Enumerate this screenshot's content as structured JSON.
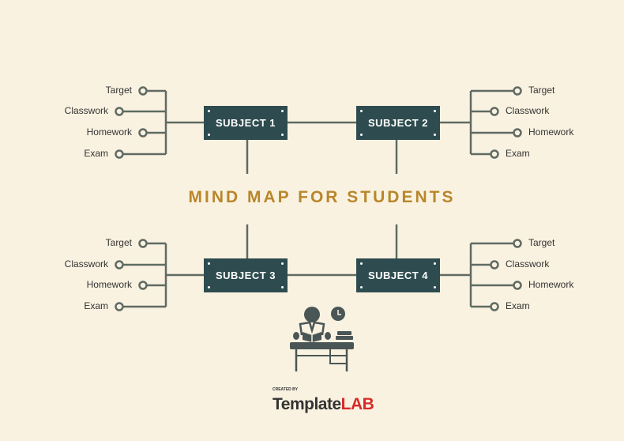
{
  "title": "MIND MAP FOR STUDENTS",
  "subjects": [
    {
      "label": "SUBJECT 1",
      "items": [
        "Target",
        "Classwork",
        "Homework",
        "Exam"
      ]
    },
    {
      "label": "SUBJECT 2",
      "items": [
        "Target",
        "Classwork",
        "Homework",
        "Exam"
      ]
    },
    {
      "label": "SUBJECT 3",
      "items": [
        "Target",
        "Classwork",
        "Homework",
        "Exam"
      ]
    },
    {
      "label": "SUBJECT 4",
      "items": [
        "Target",
        "Classwork",
        "Homework",
        "Exam"
      ]
    }
  ],
  "logo": {
    "created_by": "CREATED BY",
    "name_main": "Template",
    "name_accent": "LAB"
  },
  "colors": {
    "background": "#faf2e1",
    "box": "#2e4c4f",
    "line": "#5f6b63",
    "title": "#b8862b",
    "logo_accent": "#d62a2a"
  },
  "icons": [
    "student-reading-at-desk-icon",
    "clock-icon",
    "books-icon"
  ]
}
